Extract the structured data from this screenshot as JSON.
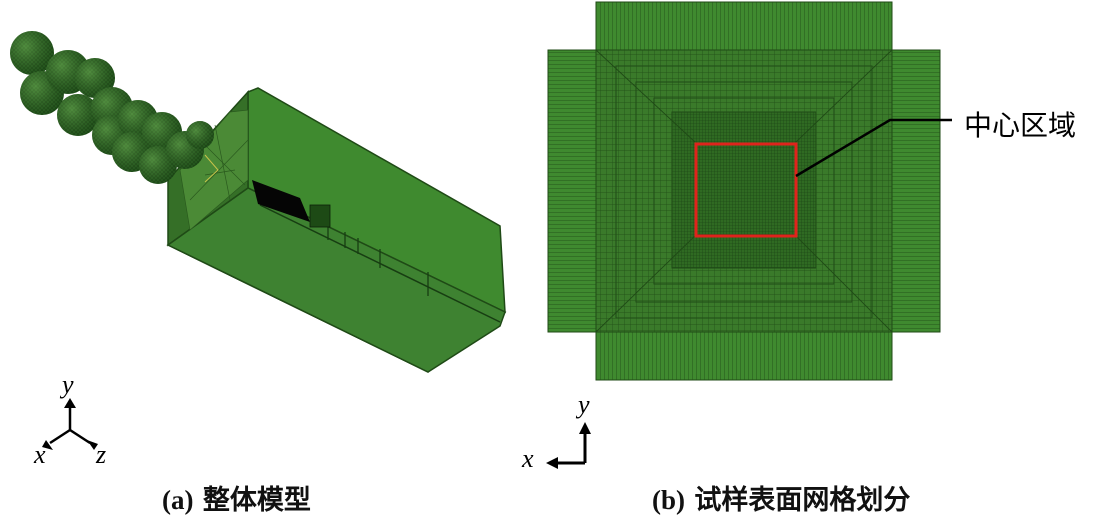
{
  "panel_a": {
    "caption_label": "(a)",
    "caption_text": "整体模型",
    "triad": {
      "y": "y",
      "x": "x",
      "z": "z"
    }
  },
  "panel_b": {
    "caption_label": "(b)",
    "caption_text": "试样表面网格划分",
    "callout": "中心区域",
    "triad": {
      "y": "y",
      "x": "x"
    }
  },
  "colors": {
    "mesh_green": "#3a7a2a",
    "mesh_dark": "#1f4a16",
    "sphere_green": "#2e6a26",
    "highlight_red": "#e0231c"
  }
}
